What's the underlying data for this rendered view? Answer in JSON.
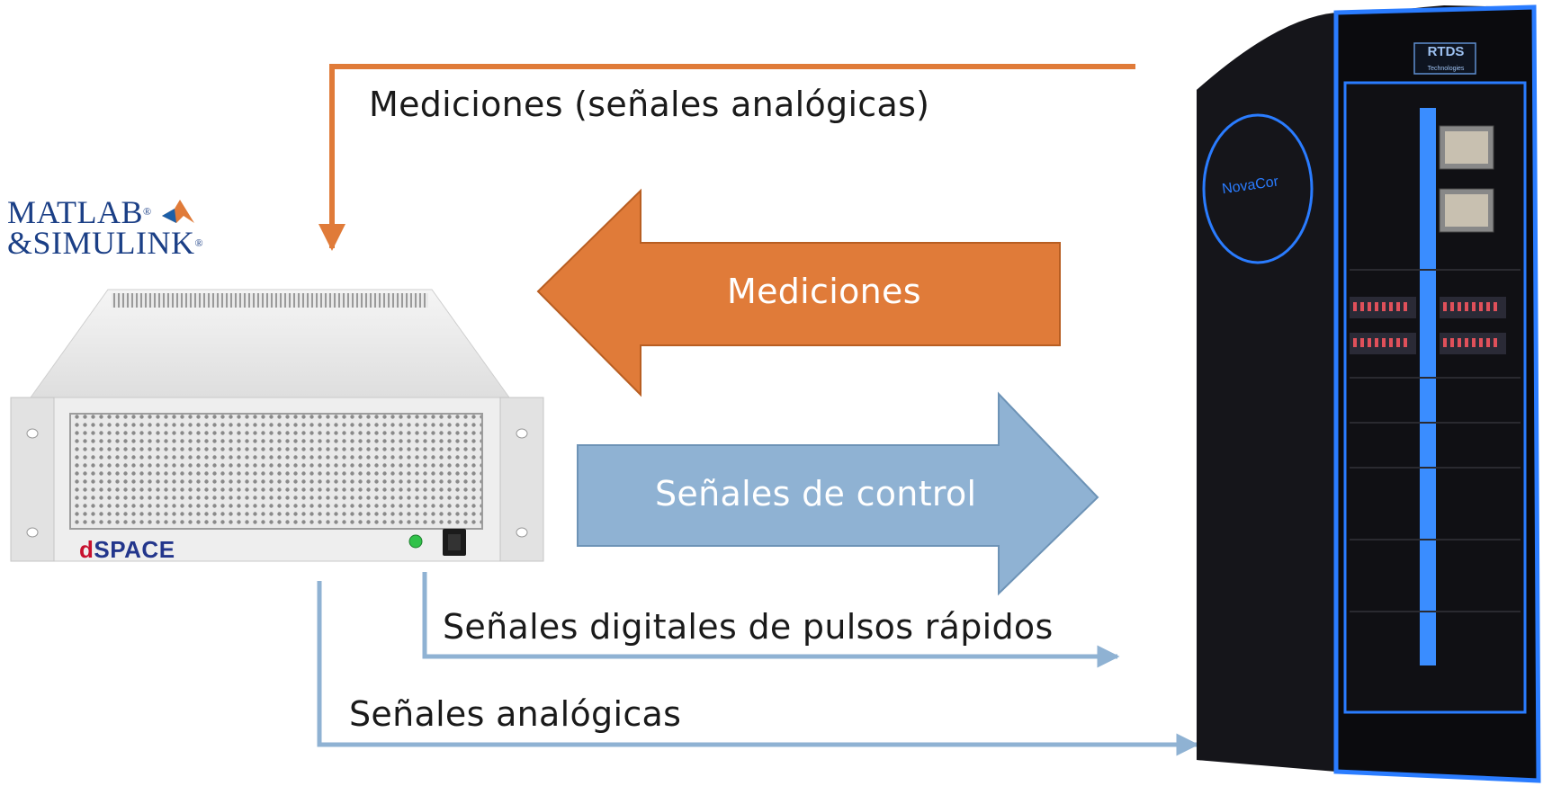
{
  "labels": {
    "measurements_analog": "Mediciones (señales analógicas)",
    "measurements_arrow": "Mediciones",
    "control_arrow": "Señales de control",
    "digital_pulses": "Señales digitales de pulsos rápidos",
    "analog_signals": "Señales analógicas"
  },
  "logos": {
    "matlab_line1": "MATLAB",
    "matlab_line2": "&SIMULINK",
    "dspace_d": "d",
    "dspace_rest": "SPACE",
    "rtds": "RTDS",
    "rtds_sub": "Technologies",
    "novacor": "NovaCor"
  },
  "colors": {
    "orange": "#e07b39",
    "blue": "#8fb2d3",
    "rack_body": "#0b0b0e",
    "rack_glow": "#2a7cff"
  }
}
